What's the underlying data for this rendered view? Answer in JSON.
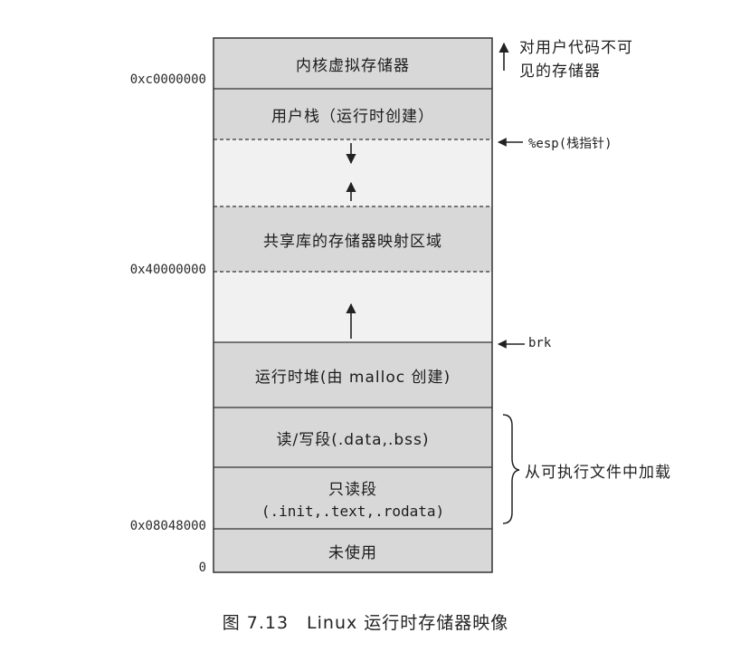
{
  "segments": {
    "kernel": "内核虚拟存储器",
    "user_stack": "用户栈（运行时创建）",
    "shared_libs": "共享库的存储器映射区域",
    "heap": "运行时堆(由 malloc 创建)",
    "rw": "读/写段(.data,.bss)",
    "ro_line1": "只读段",
    "ro_line2": "(.init,.text,.rodata)",
    "unused": "未使用"
  },
  "addresses": {
    "kernel_start": "0xc0000000",
    "shared_start": "0x40000000",
    "text_start": "0x08048000",
    "zero": "0"
  },
  "annotations": {
    "kernel_note_line1": "对用户代码不可",
    "kernel_note_line2": "见的存储器",
    "esp": "%esp(栈指针)",
    "brk": "brk",
    "loaded": "从可执行文件中加载"
  },
  "caption": "图 7.13　Linux 运行时存储器映像"
}
